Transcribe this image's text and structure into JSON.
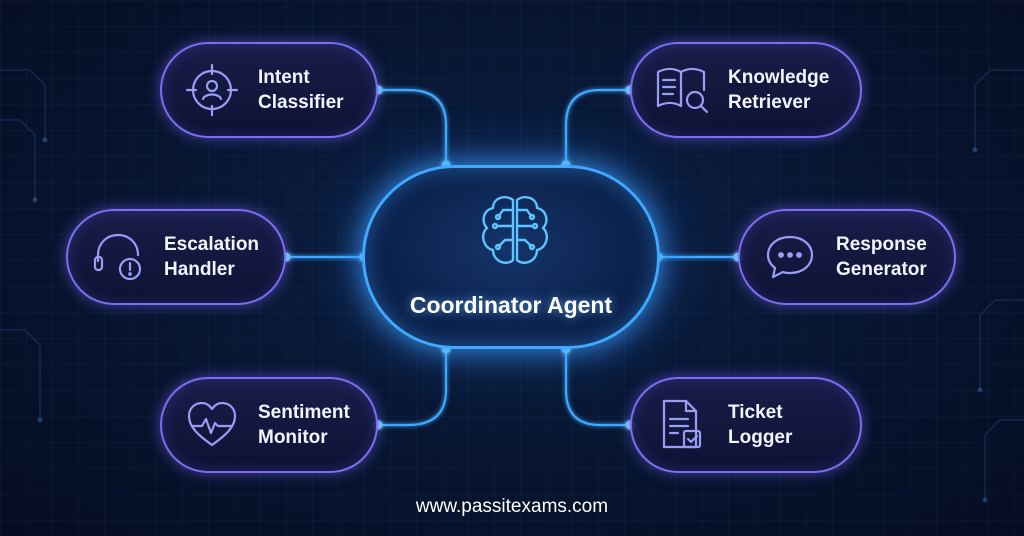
{
  "coordinator": {
    "label": "Coordinator Agent",
    "icon": "brain-circuit-icon"
  },
  "agents": [
    {
      "line1": "Intent",
      "line2": "Classifier",
      "icon": "target-user-icon"
    },
    {
      "line1": "Knowledge",
      "line2": "Retriever",
      "icon": "book-search-icon"
    },
    {
      "line1": "Escalation",
      "line2": "Handler",
      "icon": "headset-alert-icon"
    },
    {
      "line1": "Response",
      "line2": "Generator",
      "icon": "chat-bubble-icon"
    },
    {
      "line1": "Sentiment",
      "line2": "Monitor",
      "icon": "heart-pulse-icon"
    },
    {
      "line1": "Ticket",
      "line2": "Logger",
      "icon": "document-check-icon"
    }
  ],
  "footer": {
    "url": "www.passitexams.com"
  },
  "colors": {
    "hub_glow": "#3fa9ff",
    "node_border": "#7d6df0",
    "wire": "#3fa9ff",
    "background": "#081733"
  }
}
